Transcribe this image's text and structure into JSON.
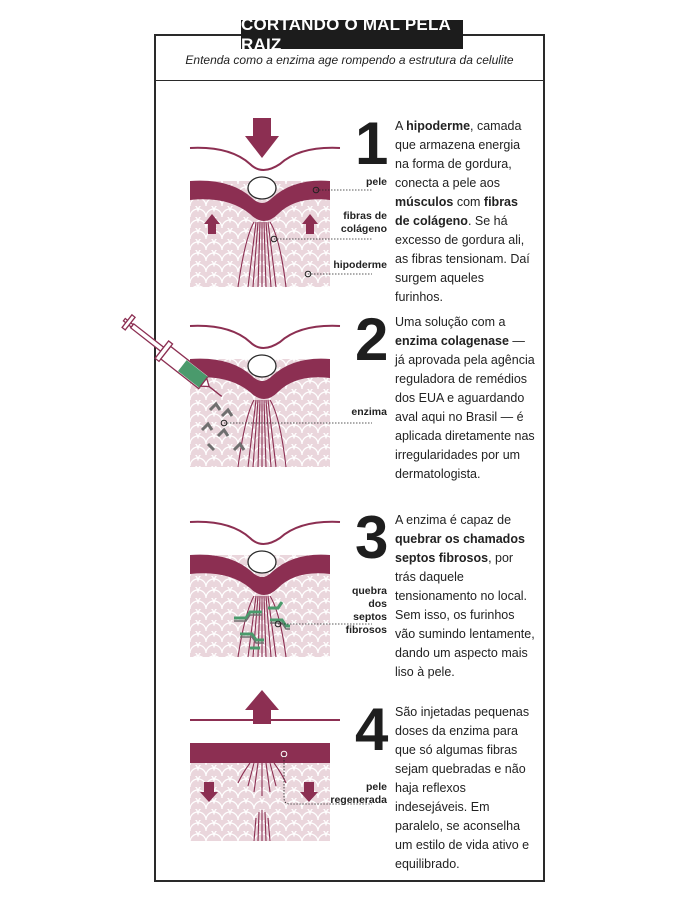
{
  "header": {
    "title": "CORTANDO O MAL PELA RAIZ",
    "subtitle": "Entenda como a enzima age rompendo a estrutura da celulite"
  },
  "colors": {
    "skin": "#8c2f52",
    "tissue": "#ead6dc",
    "syringe_green": "#4a9a6c",
    "enzyme": "#6f6f6f"
  },
  "steps": [
    {
      "number": "1",
      "text_parts": [
        "A ",
        "hipoderme",
        ", camada que armazena energia na forma de gordura, conecta a pele aos ",
        "músculos",
        " com ",
        "fibras de colágeno",
        ". Se há excesso de gordura ali, as fibras tensionam. Daí surgem aqueles furinhos."
      ],
      "labels": [
        "pele",
        "fibras de colágeno",
        "hipoderme"
      ]
    },
    {
      "number": "2",
      "text_parts": [
        "Uma solução com a ",
        "enzima colagenase",
        " — já aprovada pela agência reguladora de remédios dos EUA e aguardando aval aqui no Brasil — é aplicada diretamente nas irregularidades por um dermatologista."
      ],
      "labels": [
        "enzima"
      ]
    },
    {
      "number": "3",
      "text_parts": [
        "A enzima é capaz de ",
        "quebrar os chamados septos fibrosos",
        ", por trás daquele tensionamento no local. Sem isso, os furinhos vão sumindo lentamente, dando um aspecto mais liso à pele."
      ],
      "labels": [
        "quebra dos septos fibrosos"
      ]
    },
    {
      "number": "4",
      "text_parts": [
        "São injetadas pequenas doses da enzima para que só algumas fibras sejam quebradas e não haja reflexos indesejáveis. Em paralelo, se aconselha um estilo de vida ativo e equilibrado."
      ],
      "labels": [
        "pele regenerada"
      ]
    }
  ]
}
